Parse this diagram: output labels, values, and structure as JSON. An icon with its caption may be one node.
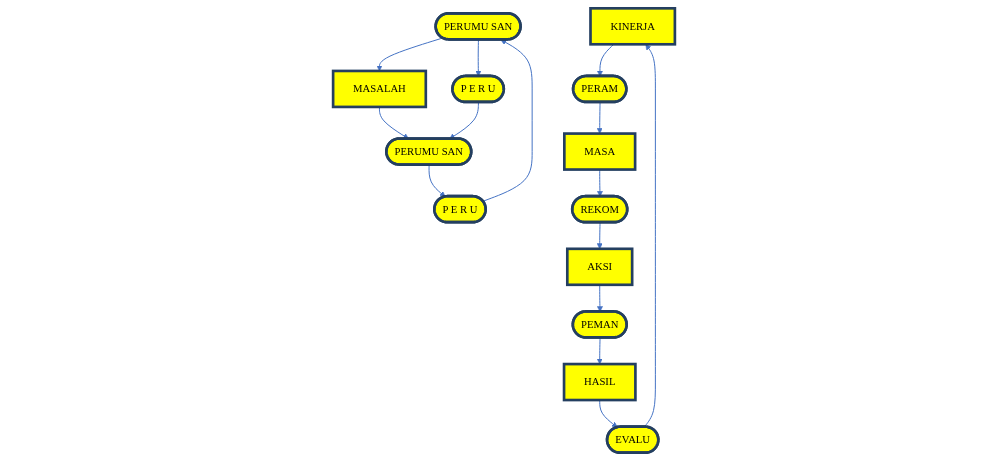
{
  "diagram": {
    "nodes": [
      {
        "text": [
          "KINERJA"
        ]
      },
      {
        "text": [
          "EVALU"
        ]
      },
      {
        "text": [
          "PERAM"
        ]
      },
      {
        "text": [
          "PERUMU SAN"
        ]
      },
      {
        "text": [
          "P E R U"
        ]
      },
      {
        "text": [
          "MASALAH"
        ]
      },
      {
        "text": [
          "P E R U"
        ]
      },
      {
        "text": [
          "HASIL"
        ]
      },
      {
        "text": [
          "MASA"
        ]
      },
      {
        "text": [
          "PERUMU SAN"
        ]
      },
      {
        "text": [
          "PEMAN"
        ]
      },
      {
        "text": [
          "REKOM"
        ]
      },
      {
        "text": [
          "AKSI"
        ]
      }
    ],
    "edges": [
      {
        "from": 1,
        "to": 0,
        "arrow": "to"
      },
      {
        "from": 0,
        "to": 2,
        "arrow": "to"
      },
      {
        "from": 2,
        "to": 8,
        "arrow": "to"
      },
      {
        "from": 8,
        "to": 11,
        "arrow": "to"
      },
      {
        "from": 11,
        "to": 12,
        "arrow": "to"
      },
      {
        "from": 12,
        "to": 10,
        "arrow": "to"
      },
      {
        "from": 10,
        "to": 7,
        "arrow": "to"
      },
      {
        "from": 7,
        "to": 1,
        "arrow": "to"
      },
      {
        "from": 4,
        "to": 3,
        "arrow": "to"
      },
      {
        "from": 3,
        "to": 6,
        "arrow": "to"
      },
      {
        "from": 3,
        "to": 5,
        "arrow": "to"
      },
      {
        "from": 5,
        "to": 9,
        "arrow": "to"
      },
      {
        "from": 6,
        "to": 9,
        "arrow": "to"
      },
      {
        "from": 9,
        "to": 4,
        "arrow": "to"
      }
    ]
  }
}
